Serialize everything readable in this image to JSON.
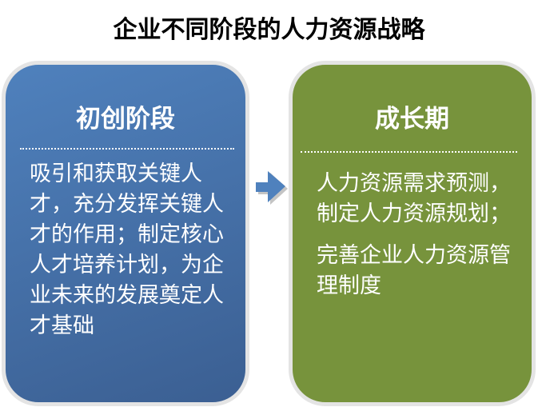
{
  "title": "企业不同阶段的人力资源战略",
  "stages": [
    {
      "title": "初创阶段",
      "paragraphs": [
        "吸引和获取关键人才，充分发挥关键人才的作用；制定核心人才培养计划，为企业未来的发展奠定人才基础"
      ],
      "color": "#4f81bd"
    },
    {
      "title": "成长期",
      "paragraphs": [
        "人力资源需求预测，制定人力资源规划；",
        "完善企业人力资源管理制度"
      ],
      "color": "#77933c"
    }
  ]
}
